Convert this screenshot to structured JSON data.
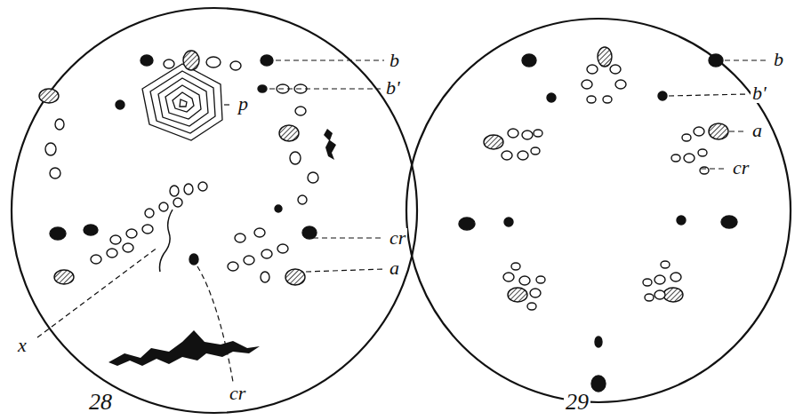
{
  "diagram": {
    "labels": [
      "b",
      "b'",
      "p",
      "cr",
      "a",
      "x",
      "cr",
      "28",
      "b",
      "b'",
      "a",
      "cr",
      "29"
    ]
  }
}
